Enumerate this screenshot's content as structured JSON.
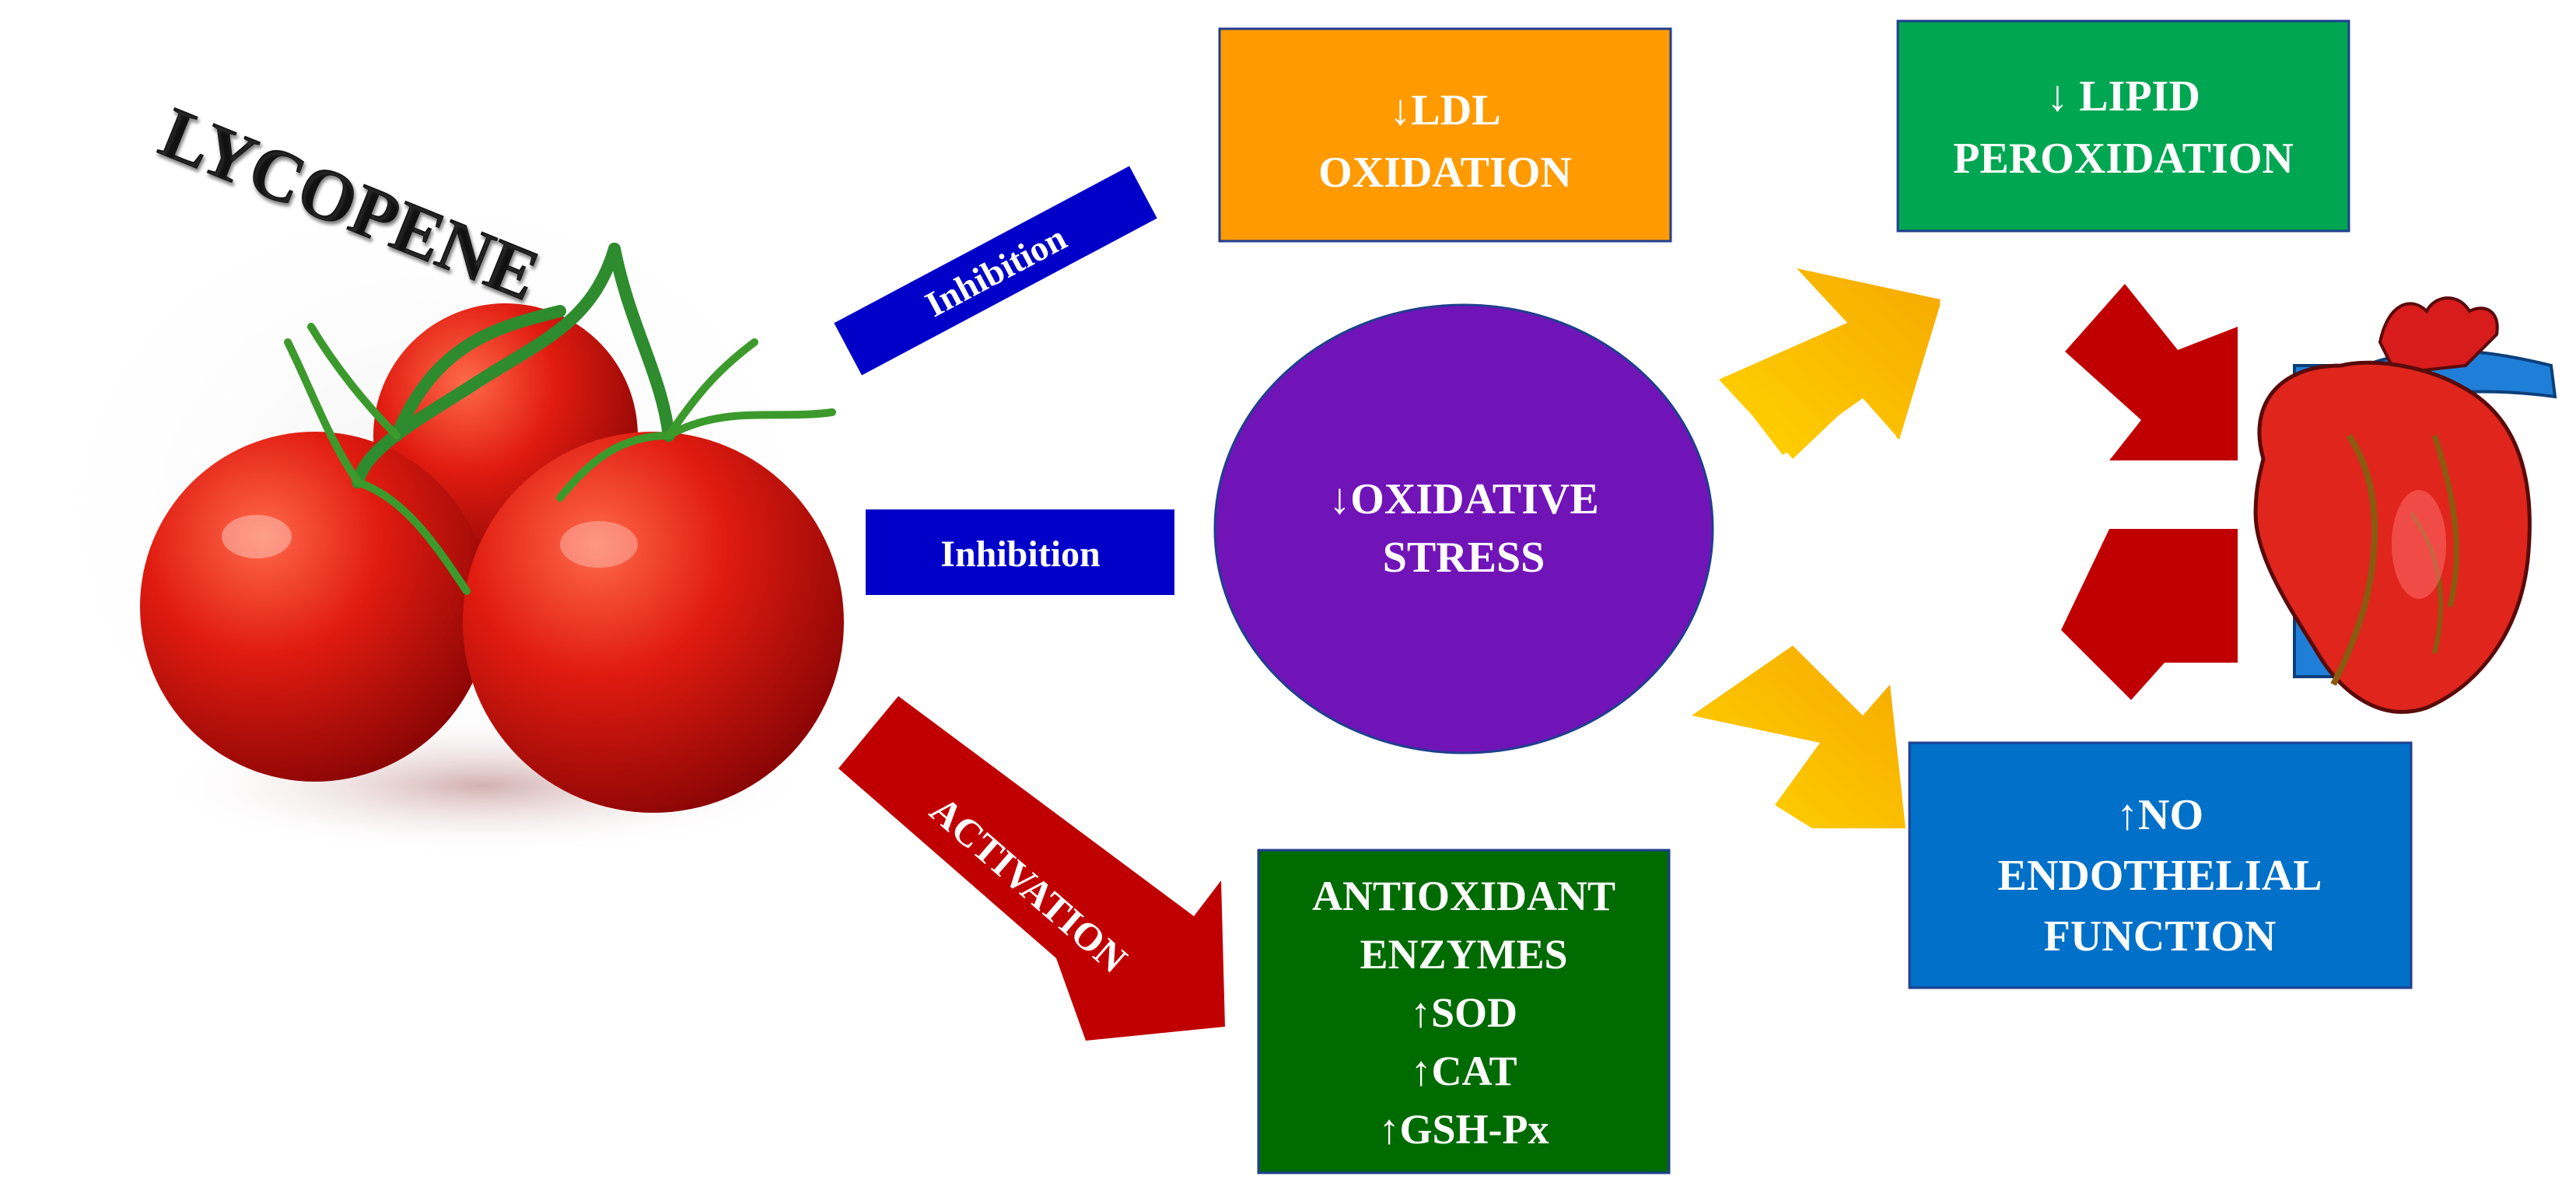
{
  "title": "LYCOPENE",
  "arrows": {
    "inhibition_top": "Inhibition",
    "inhibition_mid": "Inhibition",
    "activation": "ACTIVATION"
  },
  "boxes": {
    "ldl": {
      "line1": "↓LDL",
      "line2": "OXIDATION",
      "color": "#ff9a00"
    },
    "lipid": {
      "line1": "↓ LIPID",
      "line2": "PEROXIDATION",
      "color": "#00a651"
    },
    "stress": {
      "line1": "↓OXIDATIVE",
      "line2": "STRESS",
      "color": "#7014b8"
    },
    "enzymes": {
      "line1": "ANTIOXIDANT",
      "line2": "ENZYMES",
      "line3": "↑SOD",
      "line4": "↑CAT",
      "line5": "↑GSH-Px",
      "color": "#006b00"
    },
    "endothelial": {
      "line1": "↑NO",
      "line2": "ENDOTHELIAL",
      "line3": "FUNCTION",
      "color": "#0070c8"
    }
  },
  "colors": {
    "inhibition_bar": "#0000c8",
    "activation_arrow": "#c00000",
    "yellow_arrow": "#ffc000",
    "red_arrow": "#c00000"
  },
  "icons": {
    "tomato": "tomato-cluster-image",
    "heart": "anatomical-heart-icon"
  }
}
